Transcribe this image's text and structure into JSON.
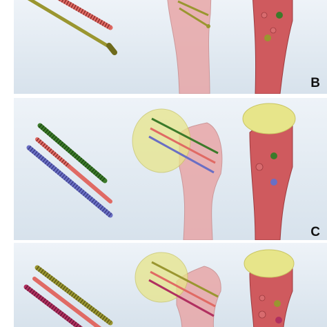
{
  "figure": {
    "panels": [
      {
        "label": "B",
        "screws": [
          "red",
          "olive"
        ]
      },
      {
        "label": "C",
        "screws": [
          "green",
          "red",
          "blue"
        ]
      },
      {
        "label": "",
        "screws": [
          "olive",
          "red",
          "maroon"
        ]
      }
    ]
  },
  "colors": {
    "background": "#e3ebf2",
    "bone": "#e8a7a8",
    "bone_solid": "#cf5a5e",
    "femoral_head": "#e7e58a",
    "screw_green": "#3c7a2a",
    "screw_red": "#e06a64",
    "screw_blue": "#6a6fc4",
    "screw_olive": "#9a9630",
    "screw_maroon": "#b03060"
  }
}
